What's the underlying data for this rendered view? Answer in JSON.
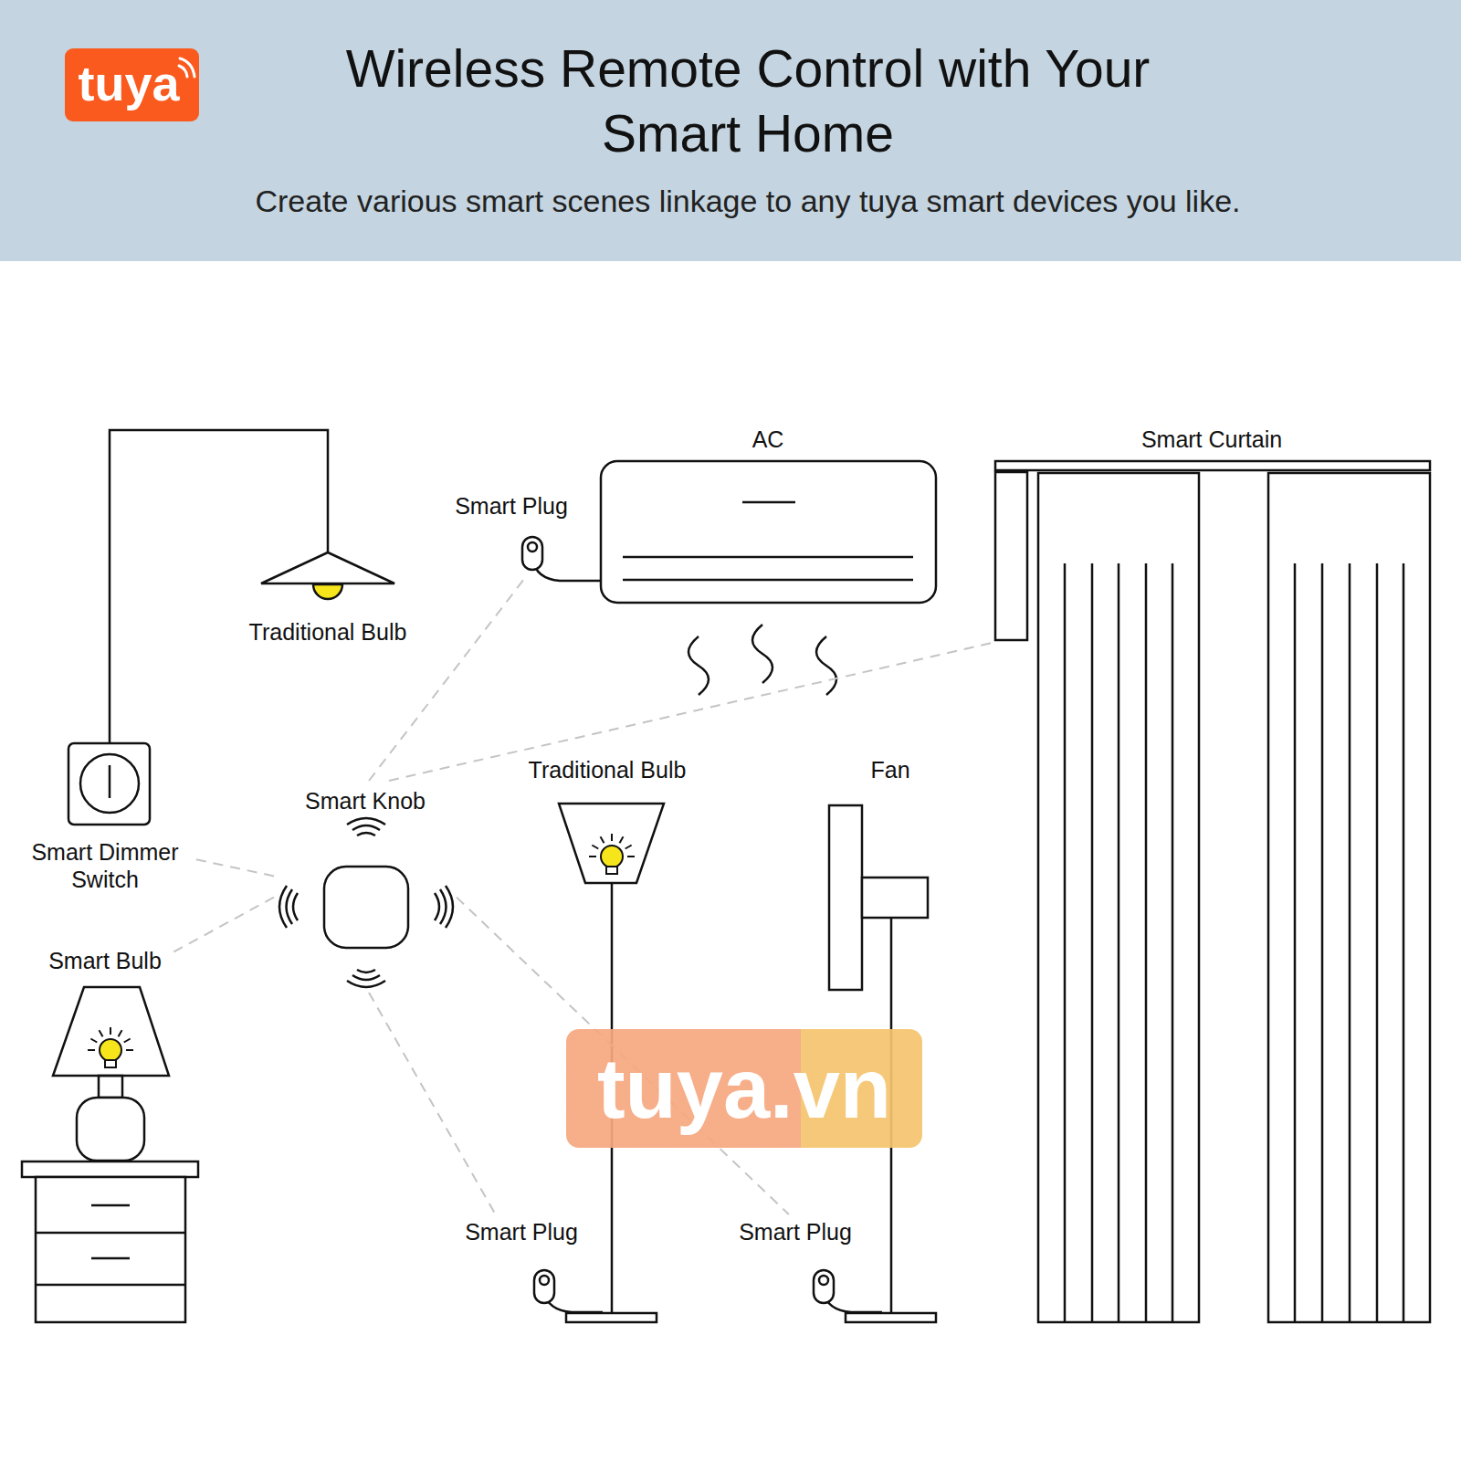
{
  "diagram": {
    "title": "Wireless Remote Control with Your Smart Home",
    "caption": "Create various smart scenes linkage to any tuya smart devices you like.",
    "nodes": [
      {
        "text": [
          "Smart Plug"
        ]
      },
      {
        "text": [
          "Smart Curtain"
        ]
      },
      {
        "text": [
          "Smart Knob"
        ]
      },
      {
        "text": [
          "Smart Dimmer Switch"
        ]
      },
      {
        "text": [
          "Smart Bulb"
        ]
      },
      {
        "text": [
          "Smart Plug"
        ]
      },
      {
        "text": [
          "Smart Plug"
        ]
      }
    ],
    "edges": [
      {
        "from": 2,
        "to": 0,
        "arrow": "none"
      },
      {
        "from": 2,
        "to": 1,
        "arrow": "none"
      },
      {
        "from": 2,
        "to": 3,
        "arrow": "none"
      },
      {
        "from": 2,
        "to": 4,
        "arrow": "none"
      },
      {
        "from": 2,
        "to": 5,
        "arrow": "none"
      },
      {
        "from": 2,
        "to": 6,
        "arrow": "none"
      }
    ],
    "labels": [
      "tuya",
      "AC",
      "Traditional Bulb",
      "Traditional Bulb",
      "Fan",
      "tuya.vn"
    ]
  }
}
